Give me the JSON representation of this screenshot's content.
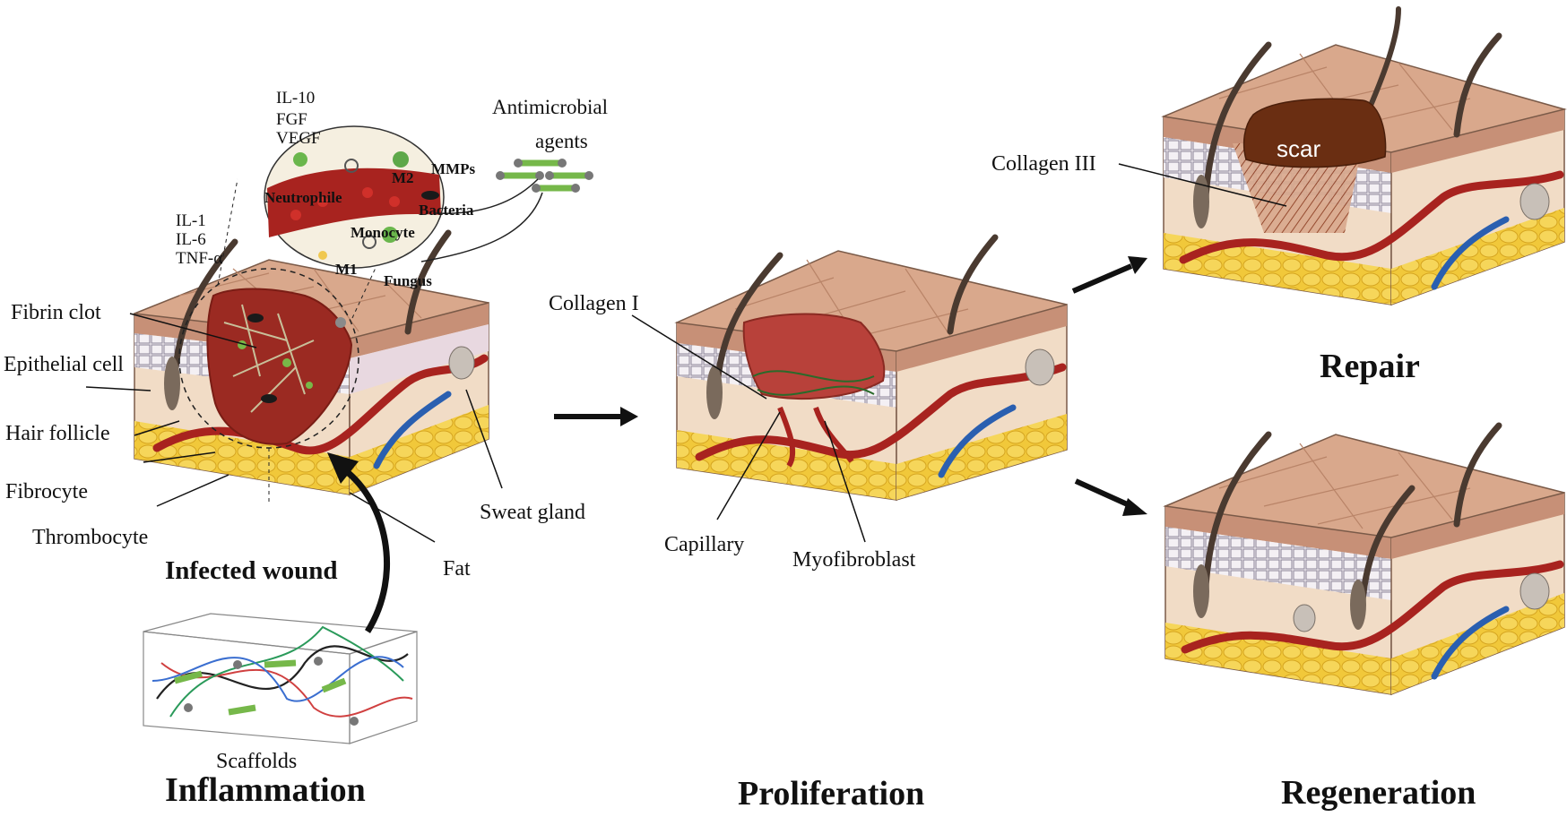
{
  "stages": {
    "inflammation": "Inflammation",
    "proliferation": "Proliferation",
    "repair": "Repair",
    "regeneration": "Regeneration",
    "infected_wound": "Infected wound"
  },
  "labels": {
    "fibrin_clot": "Fibrin clot",
    "epithelial_cell": "Epithelial cell",
    "hair_follicle": "Hair follicle",
    "fibrocyte": "Fibrocyte",
    "thrombocyte": "Thrombocyte",
    "fat": "Fat",
    "sweat_gland": "Sweat gland",
    "scaffolds": "Scaffolds",
    "antimicrobial_agents_1": "Antimicrobial",
    "antimicrobial_agents_2": "agents",
    "collagen_i": "Collagen I",
    "capillary": "Capillary",
    "myofibroblast": "Myofibroblast",
    "collagen_iii": "Collagen III",
    "scar": "scar"
  },
  "cytokines": {
    "anti_inflammatory": [
      "IL-10",
      "FGF",
      "VEGF"
    ],
    "pro_inflammatory": [
      "IL-1",
      "IL-6",
      "TNF-α"
    ]
  },
  "inset": {
    "mmps": "MMPs",
    "m2": "M2",
    "neutrophile": "Neutrophile",
    "bacteria": "Bacteria",
    "monocyte": "Monocyte",
    "m1": "M1",
    "fungus": "Fungus"
  },
  "colors": {
    "skin_top": "#d9a88c",
    "skin_side": "#c79077",
    "dermis": "#f1dcc6",
    "fat": "#f1c83a",
    "vessel_red": "#a8231f",
    "vessel_blue": "#2a5fb0",
    "wound": "#9b2a22",
    "scar": "#6a2e12",
    "hair": "#4a3a30"
  }
}
